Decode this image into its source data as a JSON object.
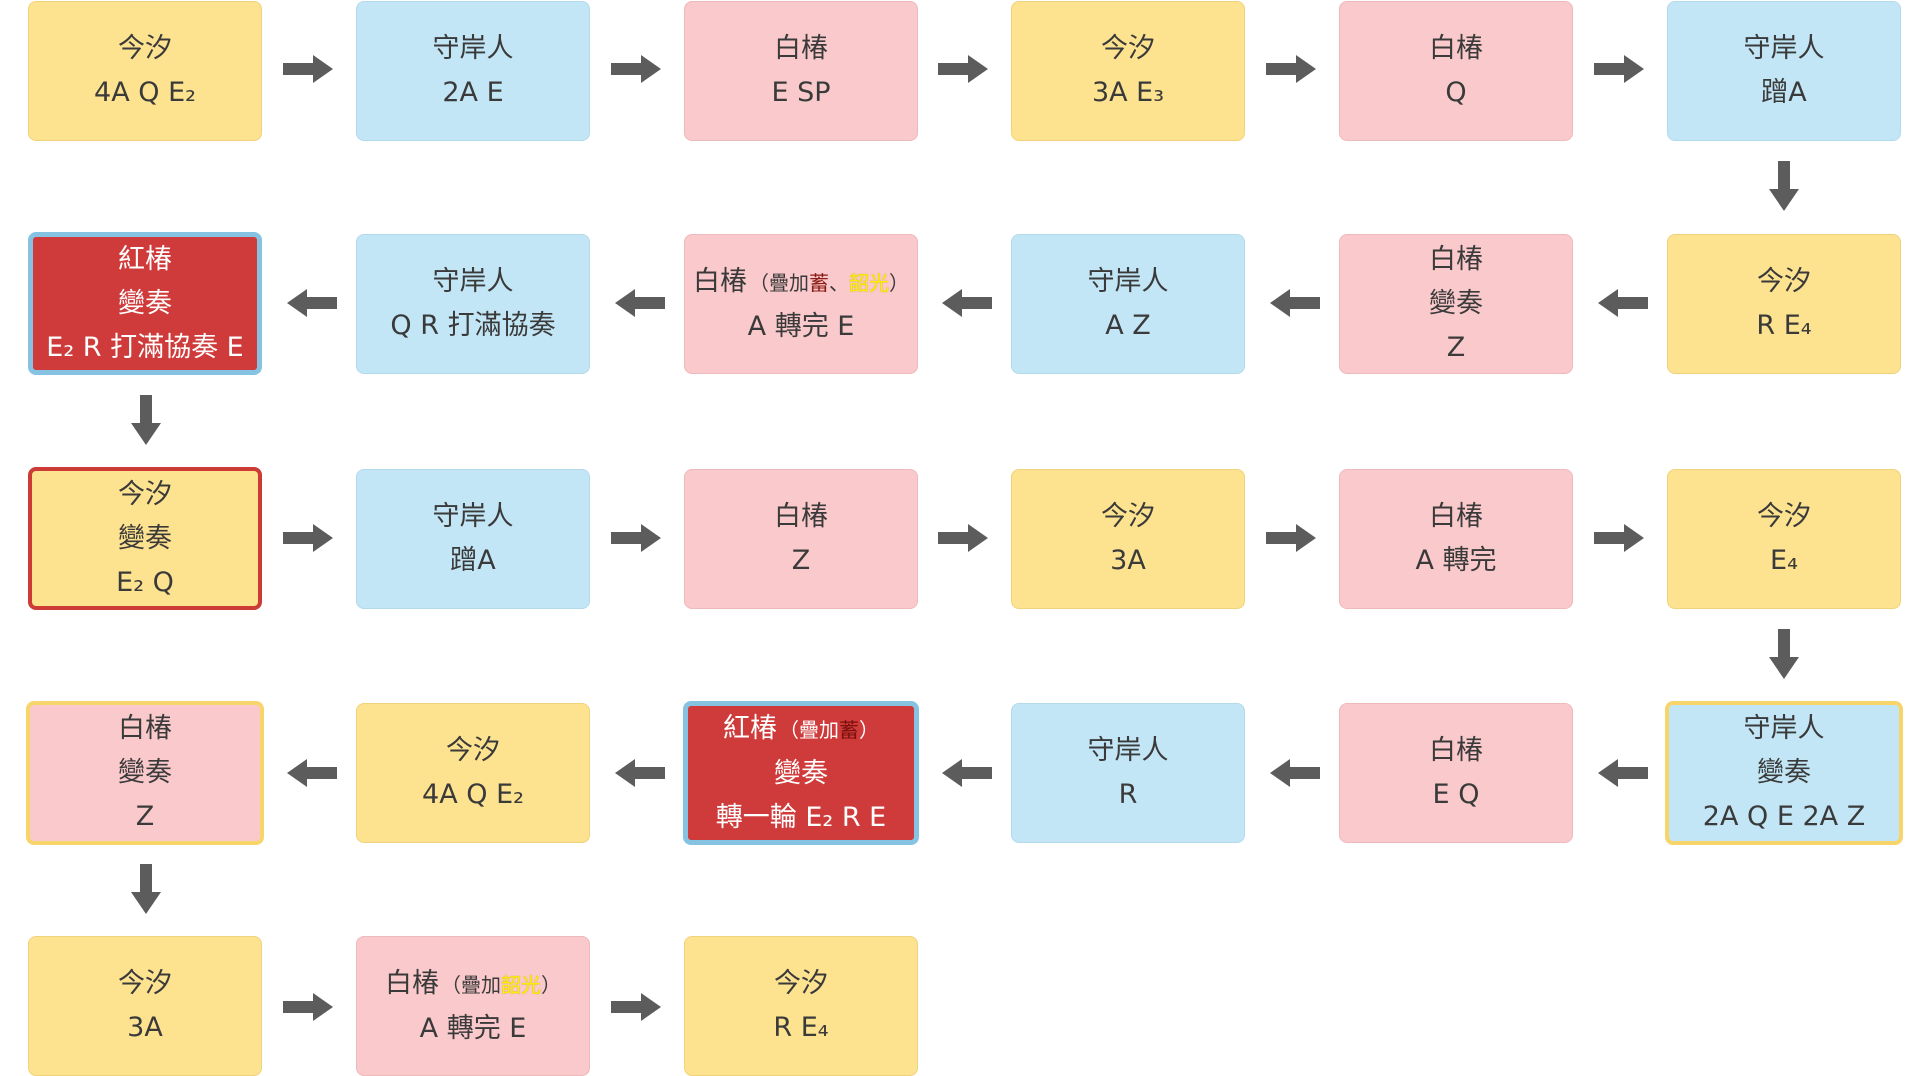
{
  "colors": {
    "yellow": "#fde28f",
    "blue": "#c3e6f6",
    "pink": "#f9c9cb",
    "red": "#cf3b3a",
    "arrow": "#5c5c5c",
    "highlight_red_text": "#8a1a13",
    "highlight_yellow_text": "#ffee00"
  },
  "nodes": [
    {
      "id": "n1",
      "name": "今汐",
      "action": "4A Q E₂"
    },
    {
      "id": "n2",
      "name": "守岸人",
      "action": "2A E"
    },
    {
      "id": "n3",
      "name": "白椿",
      "action": "E SP"
    },
    {
      "id": "n4",
      "name": "今汐",
      "action": "3A E₃"
    },
    {
      "id": "n5",
      "name": "白椿",
      "action": "Q"
    },
    {
      "id": "n6",
      "name": "守岸人",
      "action": "蹭A"
    },
    {
      "id": "n7",
      "name": "今汐",
      "action": "R E₄"
    },
    {
      "id": "n8",
      "name": "白椿",
      "sub": "變奏",
      "action": "Z"
    },
    {
      "id": "n9",
      "name": "守岸人",
      "action": "A Z"
    },
    {
      "id": "n10",
      "name": "白椿",
      "note": {
        "open": "（",
        "a": "疊加",
        "b": "蓄",
        "sep": "、",
        "c": "韶光",
        "close": "）"
      },
      "action": "A 轉完 E"
    },
    {
      "id": "n11",
      "name": "守岸人",
      "action": "Q R 打滿協奏"
    },
    {
      "id": "n12",
      "name": "紅椿",
      "sub": "變奏",
      "action": "E₂ R 打滿協奏 E"
    },
    {
      "id": "n13",
      "name": "今汐",
      "sub": "變奏",
      "action": "E₂ Q"
    },
    {
      "id": "n14",
      "name": "守岸人",
      "action": "蹭A"
    },
    {
      "id": "n15",
      "name": "白椿",
      "action": "Z"
    },
    {
      "id": "n16",
      "name": "今汐",
      "action": "3A"
    },
    {
      "id": "n17",
      "name": "白椿",
      "action": "A 轉完"
    },
    {
      "id": "n18",
      "name": "今汐",
      "action": "E₄"
    },
    {
      "id": "n19",
      "name": "守岸人",
      "sub": "變奏",
      "action": "2A Q E 2A Z"
    },
    {
      "id": "n20",
      "name": "白椿",
      "action": "E Q"
    },
    {
      "id": "n21",
      "name": "守岸人",
      "action": "R"
    },
    {
      "id": "n22",
      "name": "紅椿",
      "note": {
        "open": "（",
        "a": "疊加",
        "b": "蓄",
        "close": "）"
      },
      "sub": "變奏",
      "action": "轉一輪 E₂ R E"
    },
    {
      "id": "n23",
      "name": "今汐",
      "action": "4A Q E₂"
    },
    {
      "id": "n24",
      "name": "白椿",
      "sub": "變奏",
      "action": "Z"
    },
    {
      "id": "n25",
      "name": "今汐",
      "action": "3A"
    },
    {
      "id": "n26",
      "name": "白椿",
      "note": {
        "open": "（",
        "a": "疊加",
        "c": "韶光",
        "close": "）"
      },
      "action": "A 轉完 E"
    },
    {
      "id": "n27",
      "name": "今汐",
      "action": "R E₄"
    }
  ]
}
